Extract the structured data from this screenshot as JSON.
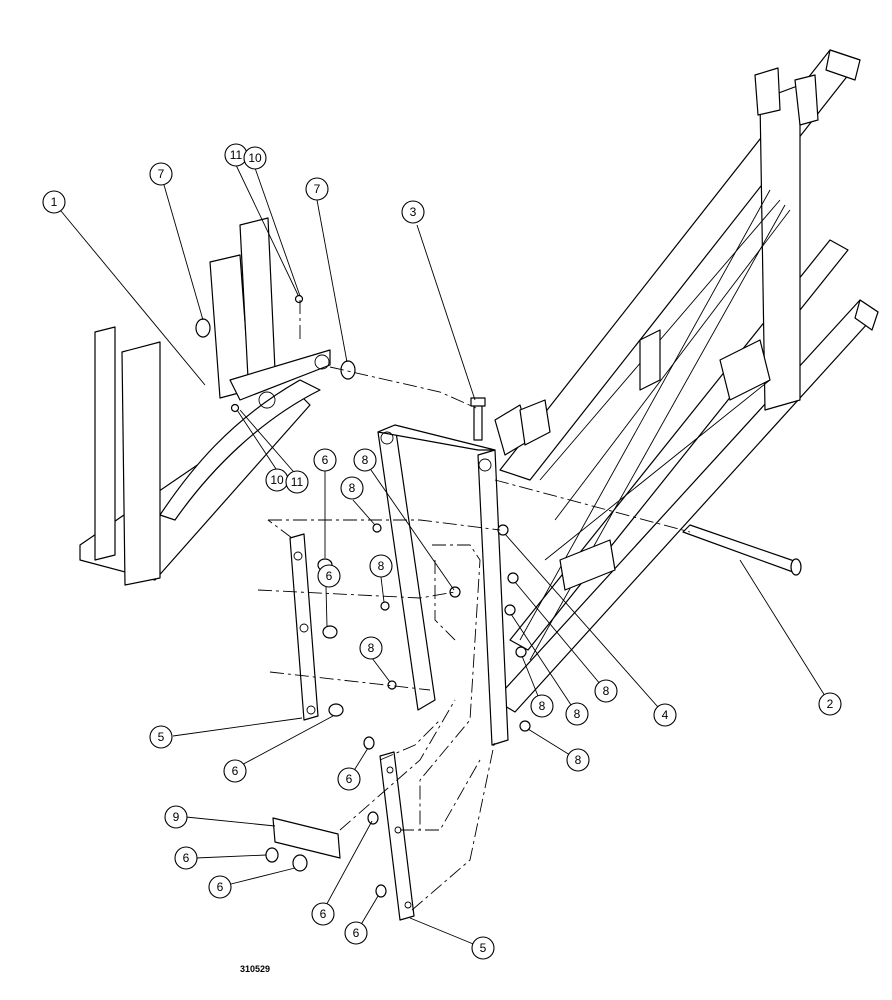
{
  "drawing_number": "310529",
  "callouts": [
    {
      "label": "1"
    },
    {
      "label": "7"
    },
    {
      "label": "11"
    },
    {
      "label": "10"
    },
    {
      "label": "7"
    },
    {
      "label": "3"
    },
    {
      "label": "8"
    },
    {
      "label": "6"
    },
    {
      "label": "8"
    },
    {
      "label": "10"
    },
    {
      "label": "11"
    },
    {
      "label": "6"
    },
    {
      "label": "8"
    },
    {
      "label": "8"
    },
    {
      "label": "5"
    },
    {
      "label": "6"
    },
    {
      "label": "6"
    },
    {
      "label": "9"
    },
    {
      "label": "6"
    },
    {
      "label": "6"
    },
    {
      "label": "6"
    },
    {
      "label": "6"
    },
    {
      "label": "5"
    },
    {
      "label": "8"
    },
    {
      "label": "8"
    },
    {
      "label": "8"
    },
    {
      "label": "4"
    },
    {
      "label": "8"
    },
    {
      "label": "2"
    }
  ]
}
